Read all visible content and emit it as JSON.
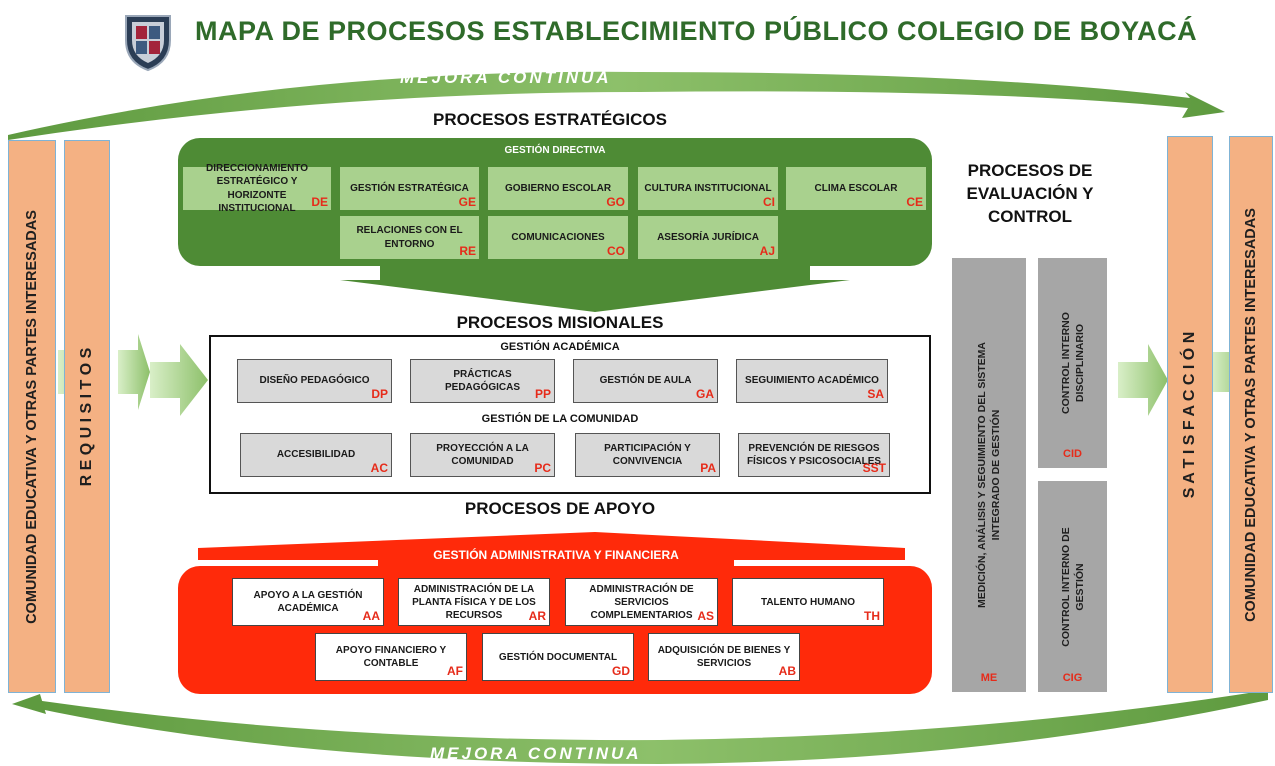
{
  "title": "MAPA DE PROCESOS ESTABLECIMIENTO PÚBLICO COLEGIO DE BOYACÁ",
  "arc_top": "MEJORA CONTINUA",
  "arc_bottom": "MEJORA CONTINUA",
  "left_outer": "COMUNIDAD EDUCATIVA Y OTRAS PARTES INTERESADAS",
  "left_inner": "R E Q U I S I T O S",
  "right_inner": "S A T I S F A C C I Ó N",
  "right_outer": "COMUNIDAD EDUCATIVA Y OTRAS PARTES INTERESADAS",
  "strategic": {
    "title": "PROCESOS ESTRATÉGICOS",
    "subtitle": "GESTIÓN DIRECTIVA",
    "items": [
      {
        "label": "DIRECCIONAMIENTO ESTRATÉGICO Y HORIZONTE INSTITUCIONAL",
        "code": "DE"
      },
      {
        "label": "GESTIÓN ESTRATÉGICA",
        "code": "GE"
      },
      {
        "label": "GOBIERNO ESCOLAR",
        "code": "GO"
      },
      {
        "label": "CULTURA INSTITUCIONAL",
        "code": "CI"
      },
      {
        "label": "CLIMA ESCOLAR",
        "code": "CE"
      },
      {
        "label": "RELACIONES CON EL ENTORNO",
        "code": "RE"
      },
      {
        "label": "COMUNICACIONES",
        "code": "CO"
      },
      {
        "label": "ASESORÍA JURÍDICA",
        "code": "AJ"
      }
    ]
  },
  "missional": {
    "title": "PROCESOS MISIONALES",
    "academic_title": "GESTIÓN ACADÉMICA",
    "academic": [
      {
        "label": "DISEÑO PEDAGÓGICO",
        "code": "DP"
      },
      {
        "label": "PRÁCTICAS PEDAGÓGICAS",
        "code": "PP"
      },
      {
        "label": "GESTIÓN DE AULA",
        "code": "GA"
      },
      {
        "label": "SEGUIMIENTO ACADÉMICO",
        "code": "SA"
      }
    ],
    "community_title": "GESTIÓN DE LA COMUNIDAD",
    "community": [
      {
        "label": "ACCESIBILIDAD",
        "code": "AC"
      },
      {
        "label": "PROYECCIÓN A LA COMUNIDAD",
        "code": "PC"
      },
      {
        "label": "PARTICIPACIÓN Y CONVIVENCIA",
        "code": "PA"
      },
      {
        "label": "PREVENCIÓN DE RIESGOS FÍSICOS Y PSICOSOCIALES",
        "code": "SST"
      }
    ]
  },
  "support": {
    "title": "PROCESOS DE APOYO",
    "subtitle": "GESTIÓN ADMINISTRATIVA Y FINANCIERA",
    "items": [
      {
        "label": "APOYO A LA GESTIÓN ACADÉMICA",
        "code": "AA"
      },
      {
        "label": "ADMINISTRACIÓN DE LA PLANTA FÍSICA Y DE LOS RECURSOS",
        "code": "AR"
      },
      {
        "label": "ADMINISTRACIÓN DE SERVICIOS COMPLEMENTARIOS",
        "code": "AS"
      },
      {
        "label": "TALENTO HUMANO",
        "code": "TH"
      },
      {
        "label": "APOYO FINANCIERO Y CONTABLE",
        "code": "AF"
      },
      {
        "label": "GESTIÓN DOCUMENTAL",
        "code": "GD"
      },
      {
        "label": "ADQUISICIÓN DE BIENES Y SERVICIOS",
        "code": "AB"
      }
    ]
  },
  "evaluation": {
    "title": "PROCESOS DE EVALUACIÓN Y CONTROL",
    "me_label": "MEDICIÓN, ANÁLISIS Y SEGUIMIENTO DEL SISTEMA INTEGRADO DE GESTIÓN",
    "me_code": "ME",
    "cid_label": "CONTROL INTERNO DISCIPLINARIO",
    "cid_code": "CID",
    "cig_label": "CONTROL INTERNO DE GESTIÓN",
    "cig_code": "CIG"
  },
  "colors": {
    "green_dark": "#4e8b35",
    "green_light": "#a9d18e",
    "red": "#ff2a0a",
    "orange_bar": "#f4b183",
    "gray_bar": "#a6a6a6",
    "code_red": "#e62b1a"
  }
}
